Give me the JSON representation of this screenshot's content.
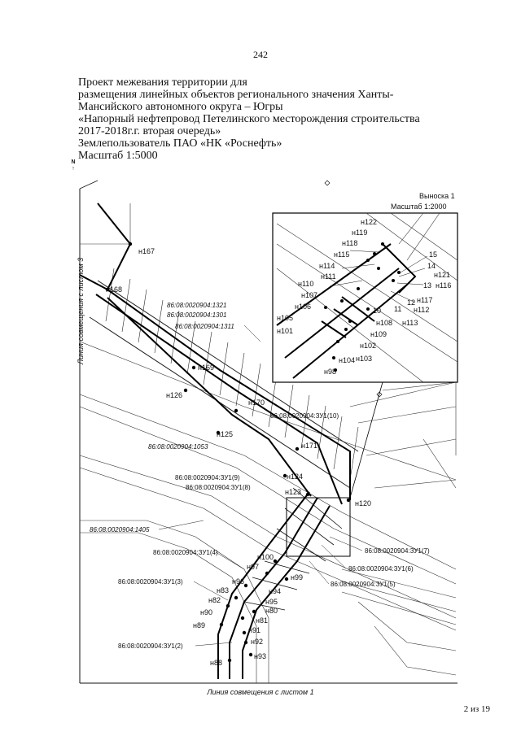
{
  "page_number": "242",
  "header": {
    "lines": [
      "Проект межевания территории для",
      "размещения линейных объектов регионального значения Ханты-",
      "Мансийского автономного округа – Югры",
      "«Напорный нефтепровод Петелинского месторождения строительства",
      "2017-2018г.г. вторая очередь»",
      "Землепользователь ПАО «НК «Роснефть»",
      "Масштаб 1:5000"
    ]
  },
  "north_arrow": {
    "letters": [
      "N",
      "↑"
    ]
  },
  "side_caption": "Линия совмещения с листом 3",
  "bottom_caption": "Линия совмещения с листом 1",
  "footer_page": "2 из 19",
  "inset": {
    "title": "Выноска 1",
    "scale": "Масштаб 1:2000",
    "labels": [
      "н122",
      "н119",
      "н118",
      "н115",
      "н114",
      "н111",
      "н110",
      "н107",
      "н106",
      "н105",
      "н101",
      "15",
      "14",
      "н121",
      "н116",
      "13",
      "н117",
      "12",
      "н112",
      "11",
      "10",
      "н108",
      "н113",
      "н109",
      "н102",
      "н104",
      "н103",
      "н98"
    ]
  },
  "main_labels": [
    "н167",
    "н168",
    "н169",
    "н126",
    "н170",
    "н125",
    "н171",
    "н124",
    "н123",
    "н120",
    "н100",
    "н97",
    "н99",
    "н96",
    "н83",
    "н82",
    "н94",
    "н95",
    "н90",
    "н80",
    "н81",
    "н89",
    "н91",
    "н92",
    "н93",
    "н88"
  ],
  "cadastral_labels": [
    "86:08:0020904:1321",
    "86:08:0020904:1301",
    "86:08:0020904:1311",
    "86:08:0020904:1053",
    "86:08:0020904:1405"
  ],
  "zu_labels": [
    "86:08:0020904:ЗУ1(10)",
    "86:08:0020904:ЗУ1(9)",
    "86:08:0020904:ЗУ1(8)",
    "86:08:0020904:ЗУ1(7)",
    "86:08:0020904:ЗУ1(6)",
    "86:08:0020904:ЗУ1(5)",
    "86:08:0020904:ЗУ1(4)",
    "86:08:0020904:ЗУ1(3)",
    "86:08:0020904:ЗУ1(2)"
  ]
}
